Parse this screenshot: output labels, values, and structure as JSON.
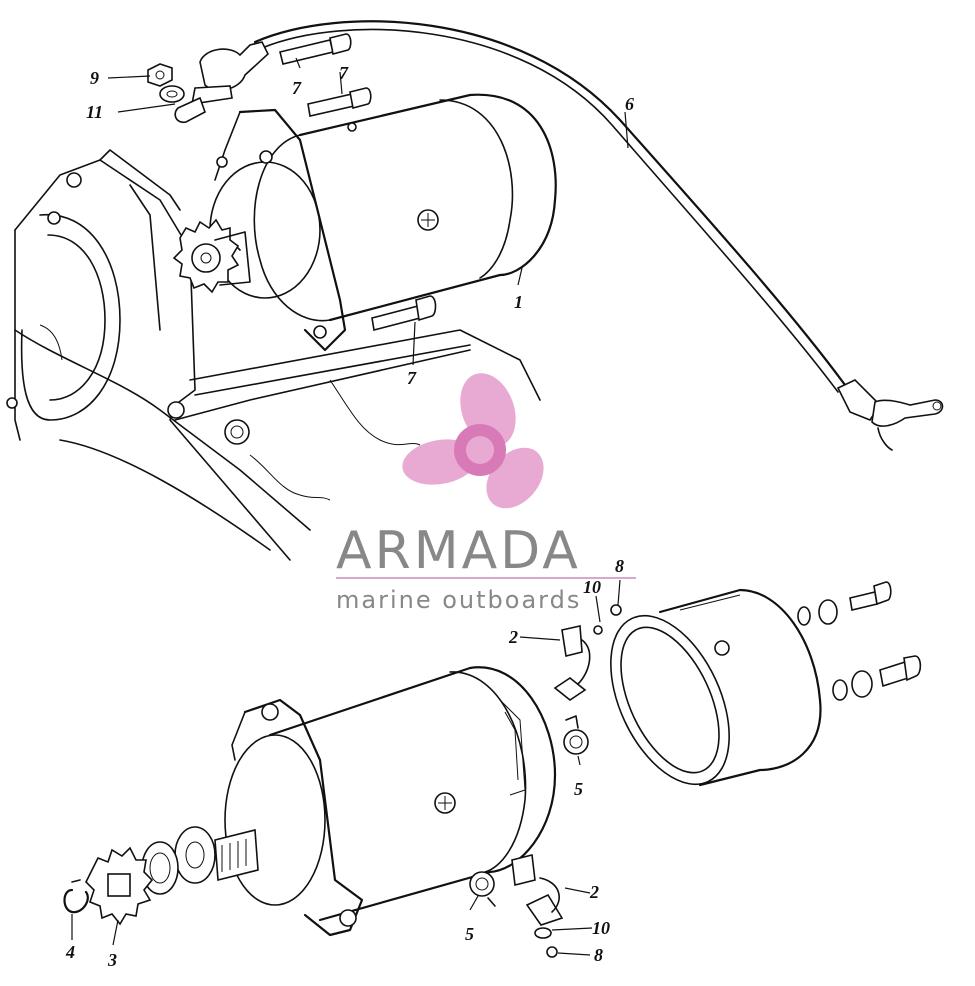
{
  "brand": {
    "name": "ARMADA",
    "tagline": "marine outboards",
    "colors": {
      "logo_pink": "#e8a9d2",
      "logo_center": "#d87ab8",
      "text_gray": "#888888"
    }
  },
  "callouts": {
    "c1": "1",
    "c2a": "2",
    "c2b": "2",
    "c3": "3",
    "c4": "4",
    "c5a": "5",
    "c5b": "5",
    "c6": "6",
    "c7a": "7",
    "c7b": "7",
    "c7c": "7",
    "c8a": "8",
    "c8b": "8",
    "c9": "9",
    "c10a": "10",
    "c10b": "10",
    "c11": "11"
  }
}
